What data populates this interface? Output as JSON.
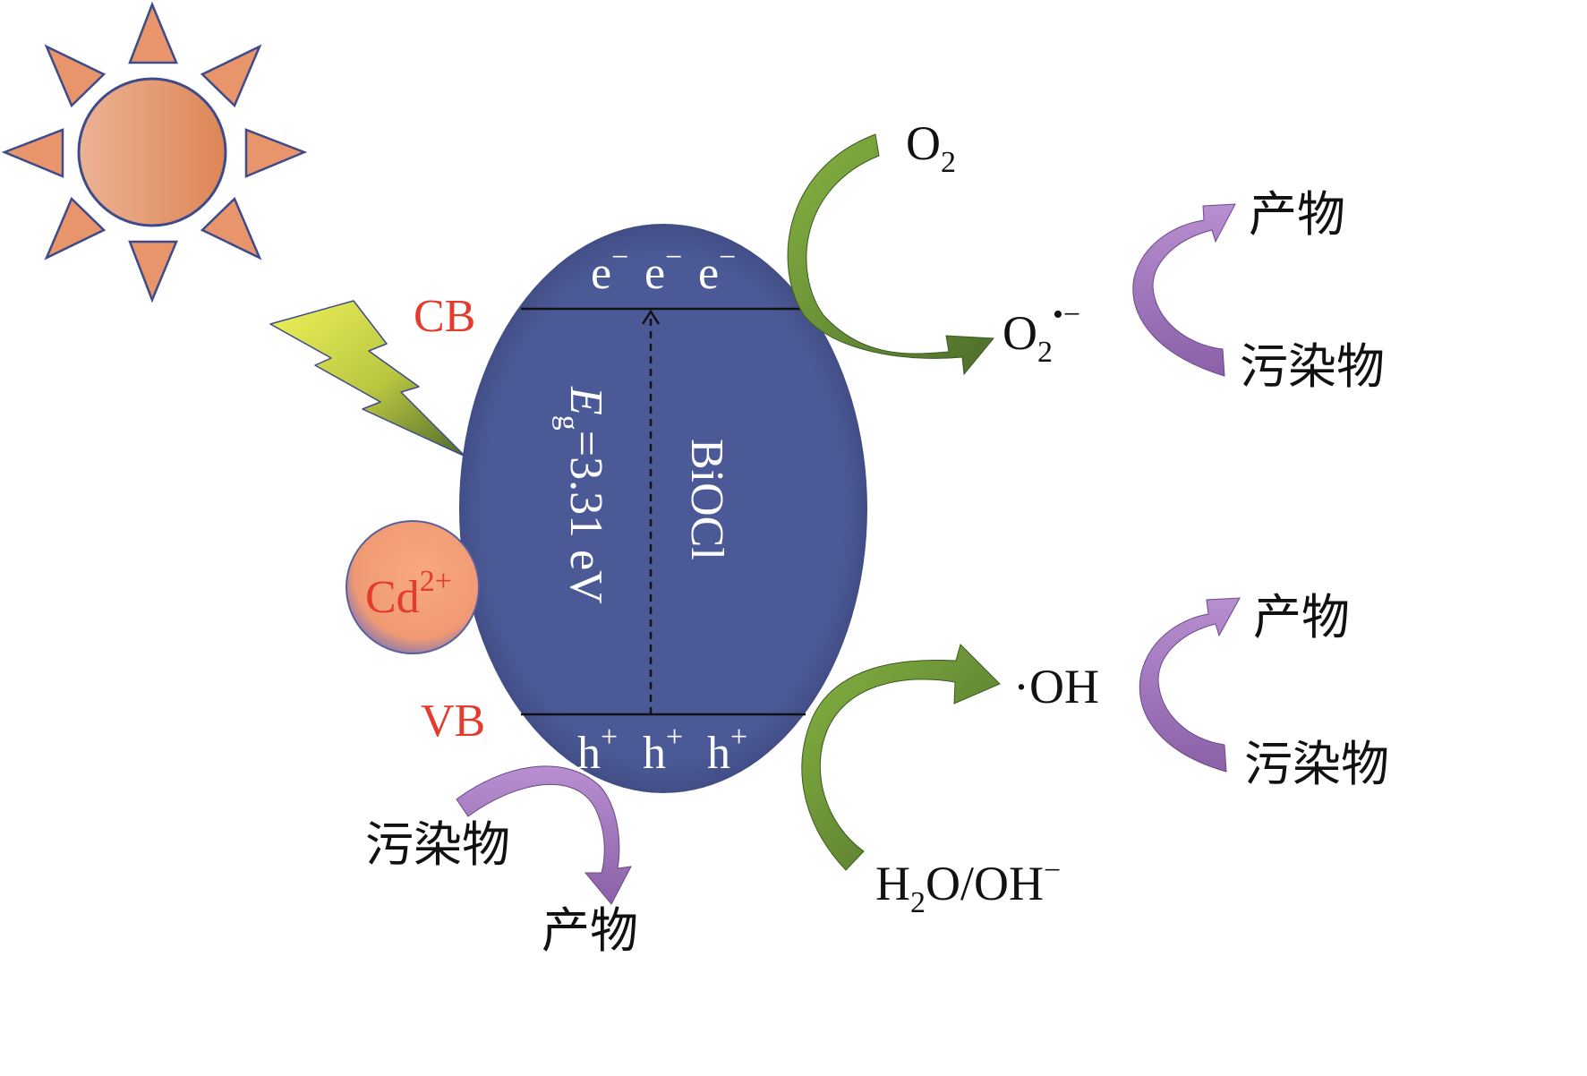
{
  "colors": {
    "accent_red": "#e33b2e",
    "ellipse_fill": "#4b5a97",
    "sun_fill": "#e8956b",
    "arrow_green": "#6e9a3c",
    "arrow_purple": "#9c78b8",
    "bolt_yellow": "#e4eb4a",
    "cd_fill": "#f6a27c"
  },
  "icons": [
    "sun-icon",
    "lightning-bolt-icon"
  ],
  "band": {
    "cb_label": "CB",
    "vb_label": "VB"
  },
  "electrons": [
    {
      "base": "e",
      "charge": "−"
    },
    {
      "base": "e",
      "charge": "−"
    },
    {
      "base": "e",
      "charge": "−"
    }
  ],
  "holes": [
    {
      "base": "h",
      "charge": "+"
    },
    {
      "base": "h",
      "charge": "+"
    },
    {
      "base": "h",
      "charge": "+"
    }
  ],
  "bandgap": {
    "symbol": "E",
    "subscript": "g",
    "value": "=3.31 eV"
  },
  "material": "BiOCl",
  "cd": {
    "base": "Cd",
    "charge": "2+"
  },
  "species": {
    "o2": {
      "base": "O",
      "sub": "2"
    },
    "superoxide": {
      "base": "O",
      "sub": "2",
      "sup": "•−"
    },
    "hydroxyl": "·OH",
    "water": {
      "h": "H",
      "sub": "2",
      "rest": "O/OH",
      "sup": "−"
    }
  },
  "labels": {
    "product": "产物",
    "pollutant": "污染物"
  }
}
